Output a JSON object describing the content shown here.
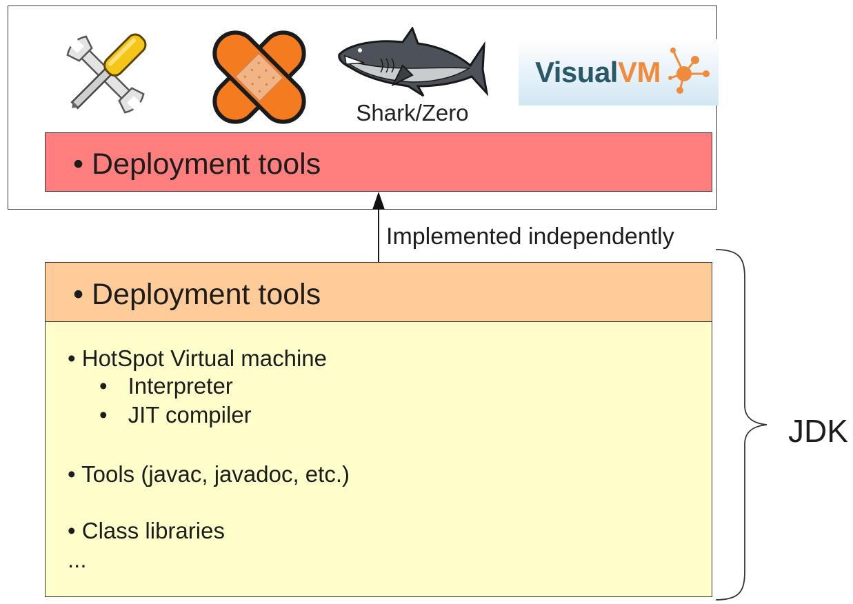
{
  "top_section": {
    "icons": [
      "tools-icon",
      "bandage-icon",
      "shark-icon",
      "visualvm-logo"
    ],
    "shark_caption": "Shark/Zero",
    "visualvm_logo_text": {
      "part1": "Visual",
      "part2": "VM"
    },
    "deploy_title": "Deployment tools",
    "colors": {
      "deploy_fill": "#ff7f7e"
    }
  },
  "connector": {
    "label": "Implemented independently"
  },
  "jdk_box": {
    "deploy_title": "Deployment tools",
    "items": [
      {
        "text": "HotSpot Virtual machine",
        "subitems": [
          "Interpreter",
          "JIT compiler"
        ]
      },
      {
        "text": "Tools (javac, javadoc, etc.)"
      },
      {
        "text": "Class libraries"
      }
    ],
    "ellipsis": "...",
    "colors": {
      "header_fill": "#ffcc99",
      "body_fill": "#ffffcc"
    }
  },
  "brace_label": "JDK",
  "bullet": "•"
}
